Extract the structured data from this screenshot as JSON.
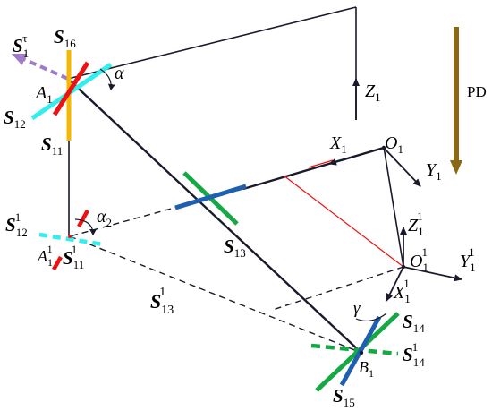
{
  "labels": {
    "s1tau": {
      "base": "S",
      "sub": "1",
      "sup": "τ"
    },
    "s16": {
      "base": "S",
      "sub": "16"
    },
    "s12": {
      "base": "S",
      "sub": "12"
    },
    "s11": {
      "base": "S",
      "sub": "11"
    },
    "s13": {
      "base": "S",
      "sub": "13"
    },
    "s12_1": {
      "base": "S",
      "sub": "12",
      "sup": "1"
    },
    "s11_1": {
      "base": "S",
      "sub": "11",
      "sup": "1"
    },
    "s13_1": {
      "base": "S",
      "sub": "13",
      "sup": "1"
    },
    "s14": {
      "base": "S",
      "sub": "14"
    },
    "s14_1": {
      "base": "S",
      "sub": "14",
      "sup": "1"
    },
    "s15": {
      "base": "S",
      "sub": "15"
    },
    "a1": {
      "base": "A",
      "sub": "1"
    },
    "a1_1": {
      "base": "A",
      "sub": "1",
      "sup": "1"
    },
    "b1": {
      "base": "B",
      "sub": "1"
    },
    "o1": {
      "base": "O",
      "sub": "1"
    },
    "o1_1": {
      "base": "O",
      "sub": "1",
      "sup": "1"
    },
    "x1": {
      "base": "X",
      "sub": "1"
    },
    "y1": {
      "base": "Y",
      "sub": "1"
    },
    "z1": {
      "base": "Z",
      "sub": "1"
    },
    "x1_1": {
      "base": "X",
      "sub": "1",
      "sup": "1"
    },
    "y1_1": {
      "base": "Y",
      "sub": "1",
      "sup": "1"
    },
    "z1_1": {
      "base": "Z",
      "sub": "1",
      "sup": "1"
    },
    "alpha": {
      "base": "α"
    },
    "alpha2": {
      "base": "α",
      "sub": "2"
    },
    "gamma": {
      "base": "γ"
    },
    "pd": {
      "base": "PD"
    }
  },
  "colors": {
    "yellow": "#f5b800",
    "red": "#ee1111",
    "cyan": "#33eeee",
    "blue": "#1f5fb0",
    "green": "#16a845",
    "purple": "#a07cc8",
    "brown": "#8b6914",
    "black": "#1a1a2a"
  }
}
